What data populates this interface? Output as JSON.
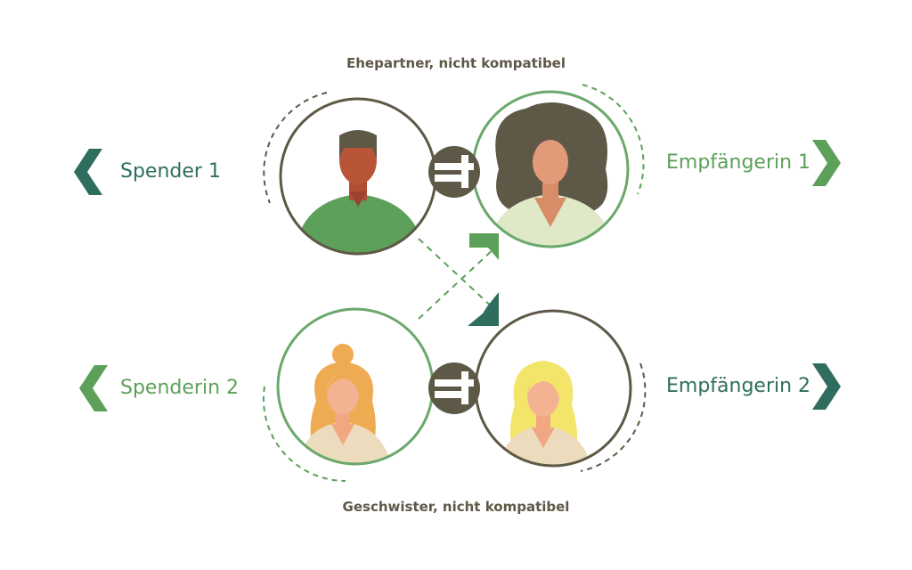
{
  "top_caption": "Ehepartner, nicht kompatibel",
  "bottom_caption": "Geschwister, nicht kompatibel",
  "labels": {
    "donor1": "Spender 1",
    "recipient1": "Empfängerin 1",
    "donor2": "Spenderin 2",
    "recipient2": "Empfängerin 2"
  },
  "colors": {
    "dark_teal": "#2f6e5e",
    "green": "#5da05a",
    "brown": "#5e5847",
    "light_green_ring": "#6aa86b"
  },
  "icons": {
    "incompatible": "blocked-connector-icon",
    "arrow_left": "chevron-left-icon",
    "arrow_right": "chevron-right-icon"
  }
}
